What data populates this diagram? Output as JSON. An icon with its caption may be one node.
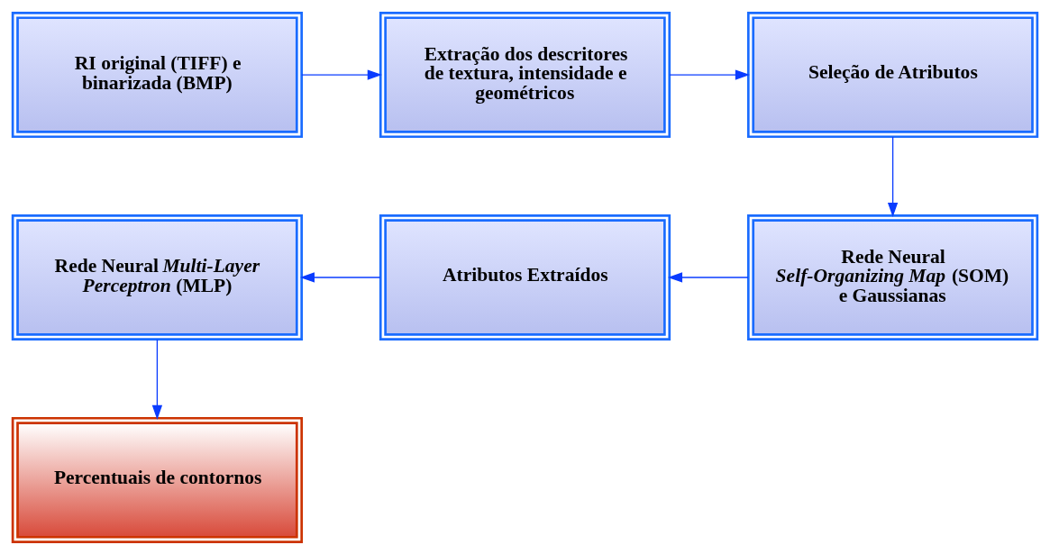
{
  "diagram": {
    "nodes": [
      {
        "text": [
          "RI original (TIFF) e binarizada (BMP)"
        ]
      },
      {
        "text": [
          "Extração dos descritores de textura, intensidade e geométricos"
        ]
      },
      {
        "text": [
          "Seleção de Atributos"
        ]
      },
      {
        "text": [
          "Rede Neural *Self-Organizing Map* (SOM) e Gaussianas"
        ]
      },
      {
        "text": [
          "Atributos Extraídos"
        ]
      },
      {
        "text": [
          "Rede Neural *Multi-Layer Perceptron* (MLP)"
        ]
      },
      {
        "text": [
          "Percentuais de contornos"
        ]
      }
    ],
    "edges": [
      {
        "from": 0,
        "to": 1,
        "arrow": "to"
      },
      {
        "from": 1,
        "to": 2,
        "arrow": "to"
      },
      {
        "from": 2,
        "to": 3,
        "arrow": "to"
      },
      {
        "from": 3,
        "to": 4,
        "arrow": "to"
      },
      {
        "from": 4,
        "to": 5,
        "arrow": "to"
      },
      {
        "from": 5,
        "to": 6,
        "arrow": "to"
      }
    ]
  }
}
